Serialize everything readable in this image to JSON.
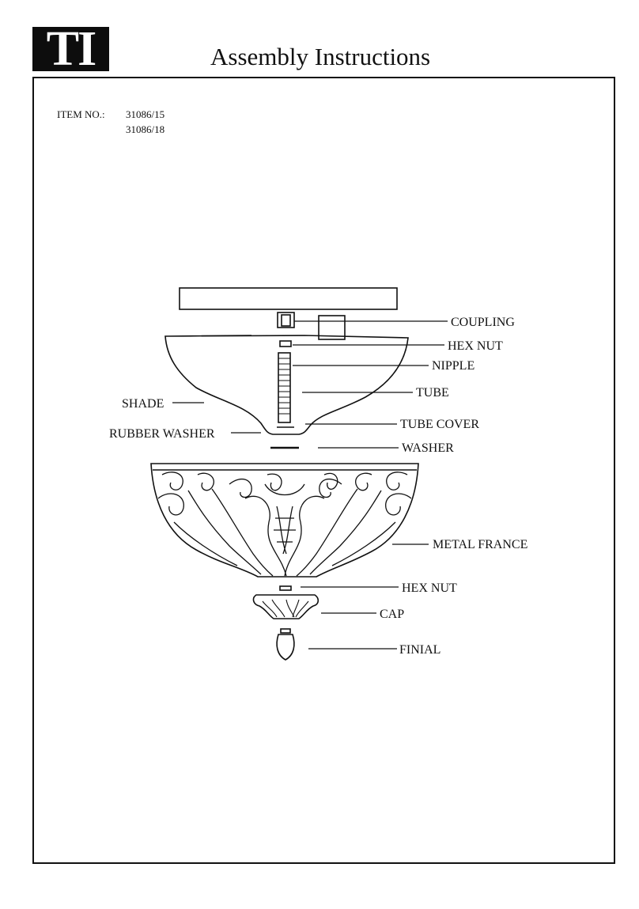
{
  "header": {
    "logo_text": "TI",
    "title": "Assembly Instructions"
  },
  "item": {
    "label": "ITEM NO.:",
    "numbers": [
      "31086/15",
      "31086/18"
    ]
  },
  "parts": {
    "coupling": "COUPLING",
    "hex_nut_top": "HEX NUT",
    "nipple": "NIPPLE",
    "tube": "TUBE",
    "shade": "SHADE",
    "tube_cover": "TUBE COVER",
    "rubber_washer": "RUBBER WASHER",
    "washer": "WASHER",
    "metal_france": "METAL FRANCE",
    "hex_nut_bottom": "HEX NUT",
    "cap": "CAP",
    "finial": "FINIAL"
  }
}
